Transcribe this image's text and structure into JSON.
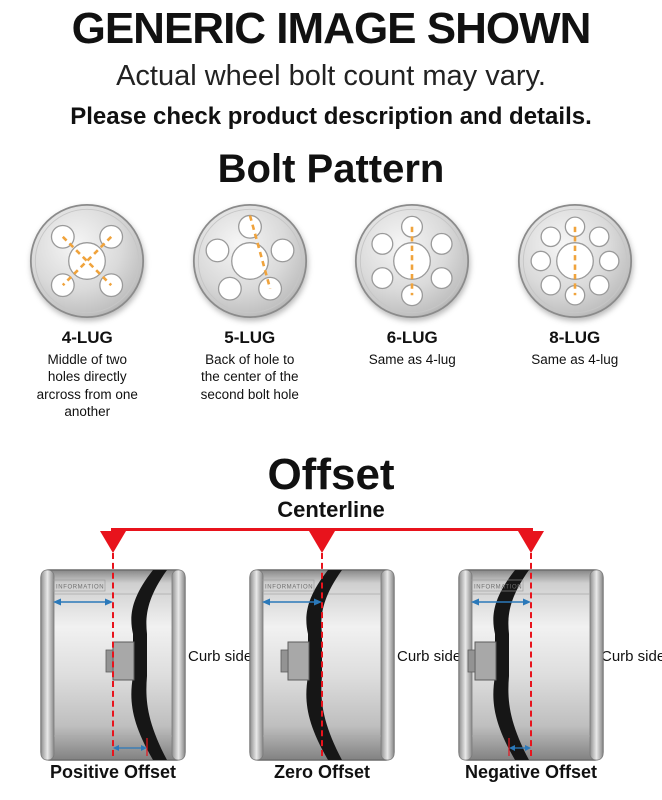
{
  "header": {
    "title": "GENERIC IMAGE SHOWN",
    "subtitle": "Actual wheel bolt count may vary.",
    "note": "Please check product description and details."
  },
  "bolt_pattern": {
    "title": "Bolt Pattern",
    "measure_color": "#f0a33c",
    "items": [
      {
        "label": "4-LUG",
        "lugs": 4,
        "description": "Middle of two holes directly arcross from one another"
      },
      {
        "label": "5-LUG",
        "lugs": 5,
        "description": "Back of hole to the center of the second bolt hole"
      },
      {
        "label": "6-LUG",
        "lugs": 6,
        "description": "Same as 4-lug"
      },
      {
        "label": "8-LUG",
        "lugs": 8,
        "description": "Same as 4-lug"
      }
    ]
  },
  "offset": {
    "title": "Offset",
    "centerline_label": "Centerline",
    "curb_side_label": "Curb side",
    "rim_text": "INFORMATION",
    "colors": {
      "centerline": "#e8131c",
      "measure": "#2b79ba"
    },
    "items": [
      {
        "label": "Positive Offset",
        "variant": "positive"
      },
      {
        "label": "Zero Offset",
        "variant": "zero"
      },
      {
        "label": "Negative Offset",
        "variant": "negative"
      }
    ]
  }
}
